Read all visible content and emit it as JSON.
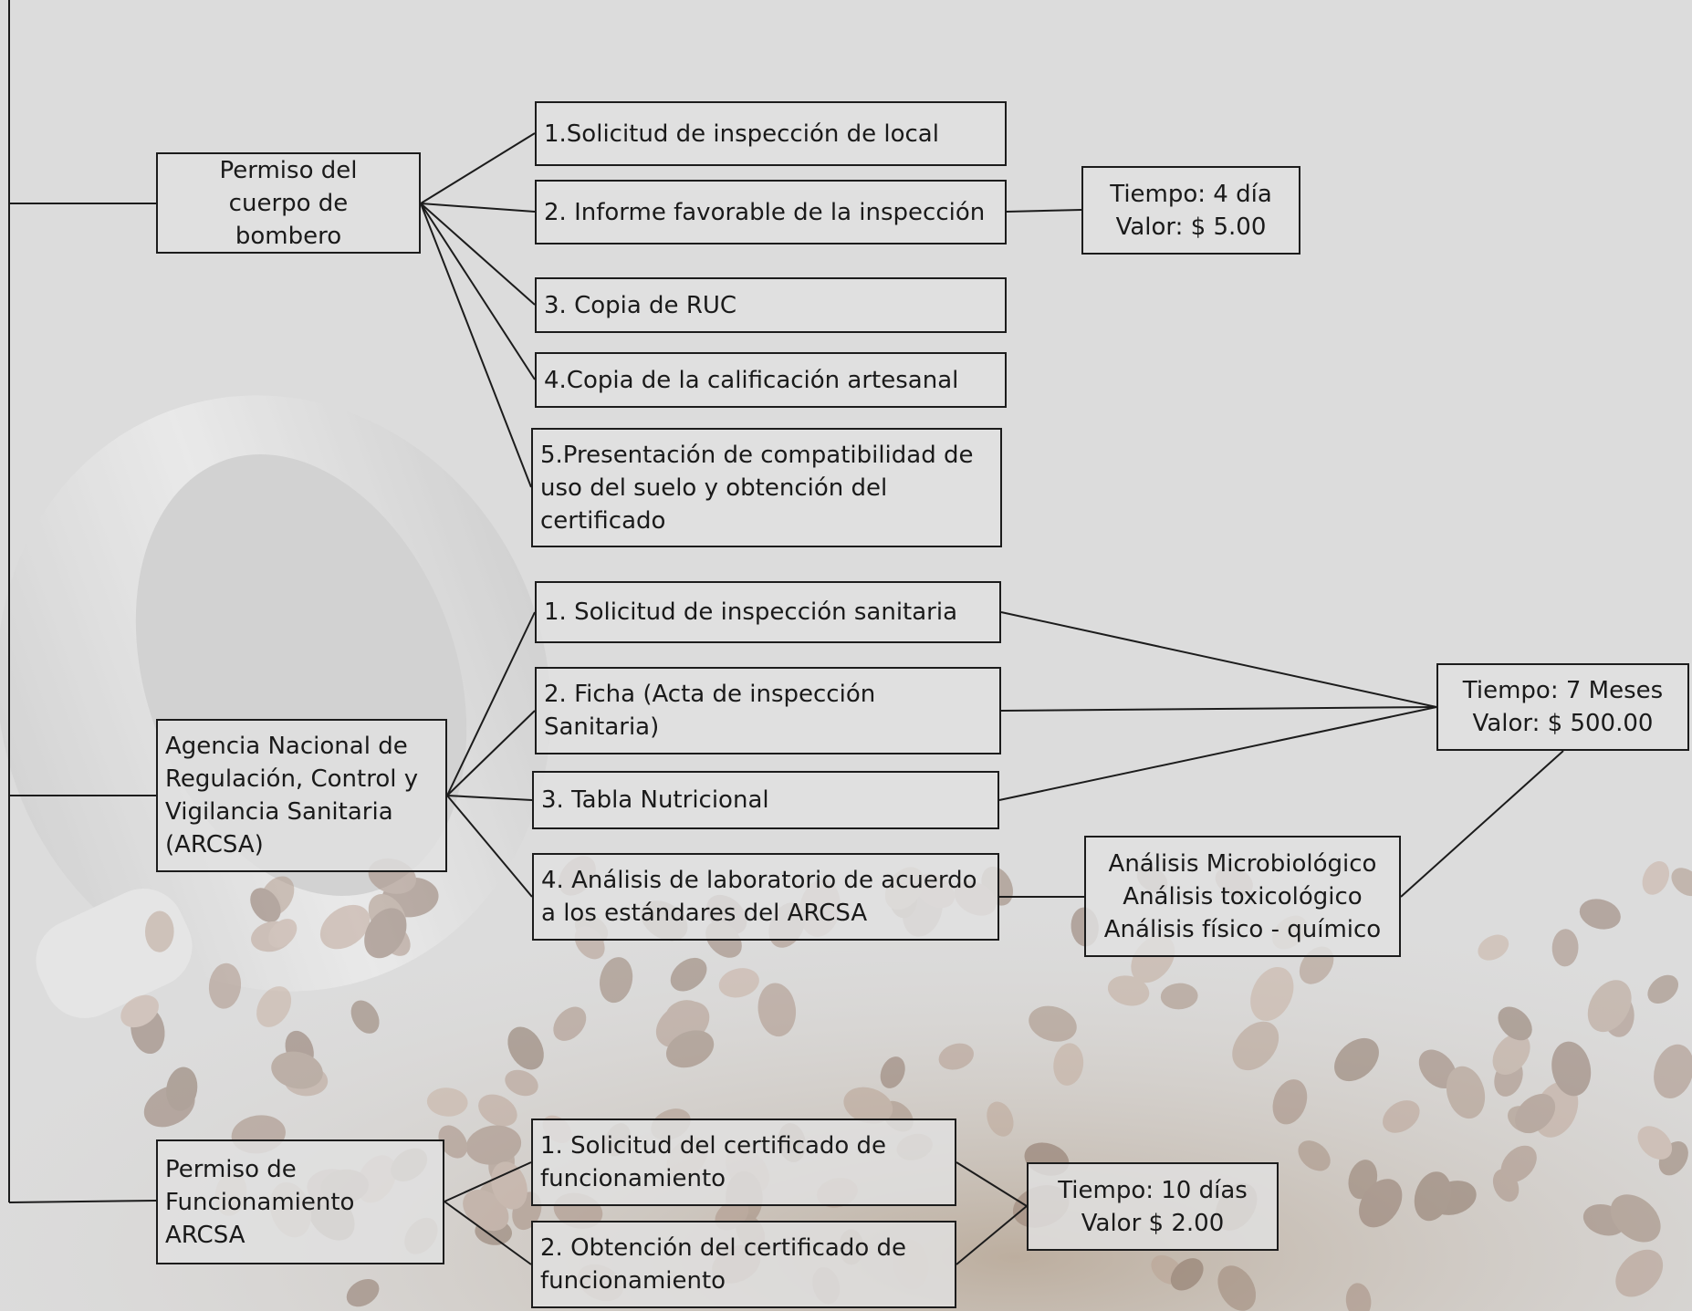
{
  "diagram": {
    "groups": [
      {
        "label": "Permiso del cuerpo de bombero",
        "requirements": [
          "1.Solicitud de inspección de local",
          "2. Informe favorable de la inspección",
          "3. Copia de RUC",
          "4.Copia de la calificación artesanal",
          "5.Presentación de compatibilidad de uso del suelo y obtención del certificado"
        ],
        "cost": "Tiempo: 4 día\nValor: $ 5.00"
      },
      {
        "label": "Agencia Nacional de Regulación, Control y Vigilancia Sanitaria (ARCSA)",
        "requirements": [
          "1.    Solicitud de inspección sanitaria",
          "2.   Ficha (Acta de inspección Sanitaria)",
          "3.    Tabla Nutricional",
          "4.    Análisis de laboratorio de acuerdo a los estándares del ARCSA"
        ],
        "analysis": "Análisis Microbiológico\nAnálisis toxicológico\nAnálisis físico - químico",
        "cost": "Tiempo: 7 Meses\nValor: $ 500.00"
      },
      {
        "label": "Permiso de Funcionamiento ARCSA",
        "requirements": [
          "1.    Solicitud del certificado de funcionamiento",
          "2.    Obtención del certificado de funcionamiento"
        ],
        "cost": "Tiempo: 10 días\nValor $ 2.00"
      }
    ]
  }
}
